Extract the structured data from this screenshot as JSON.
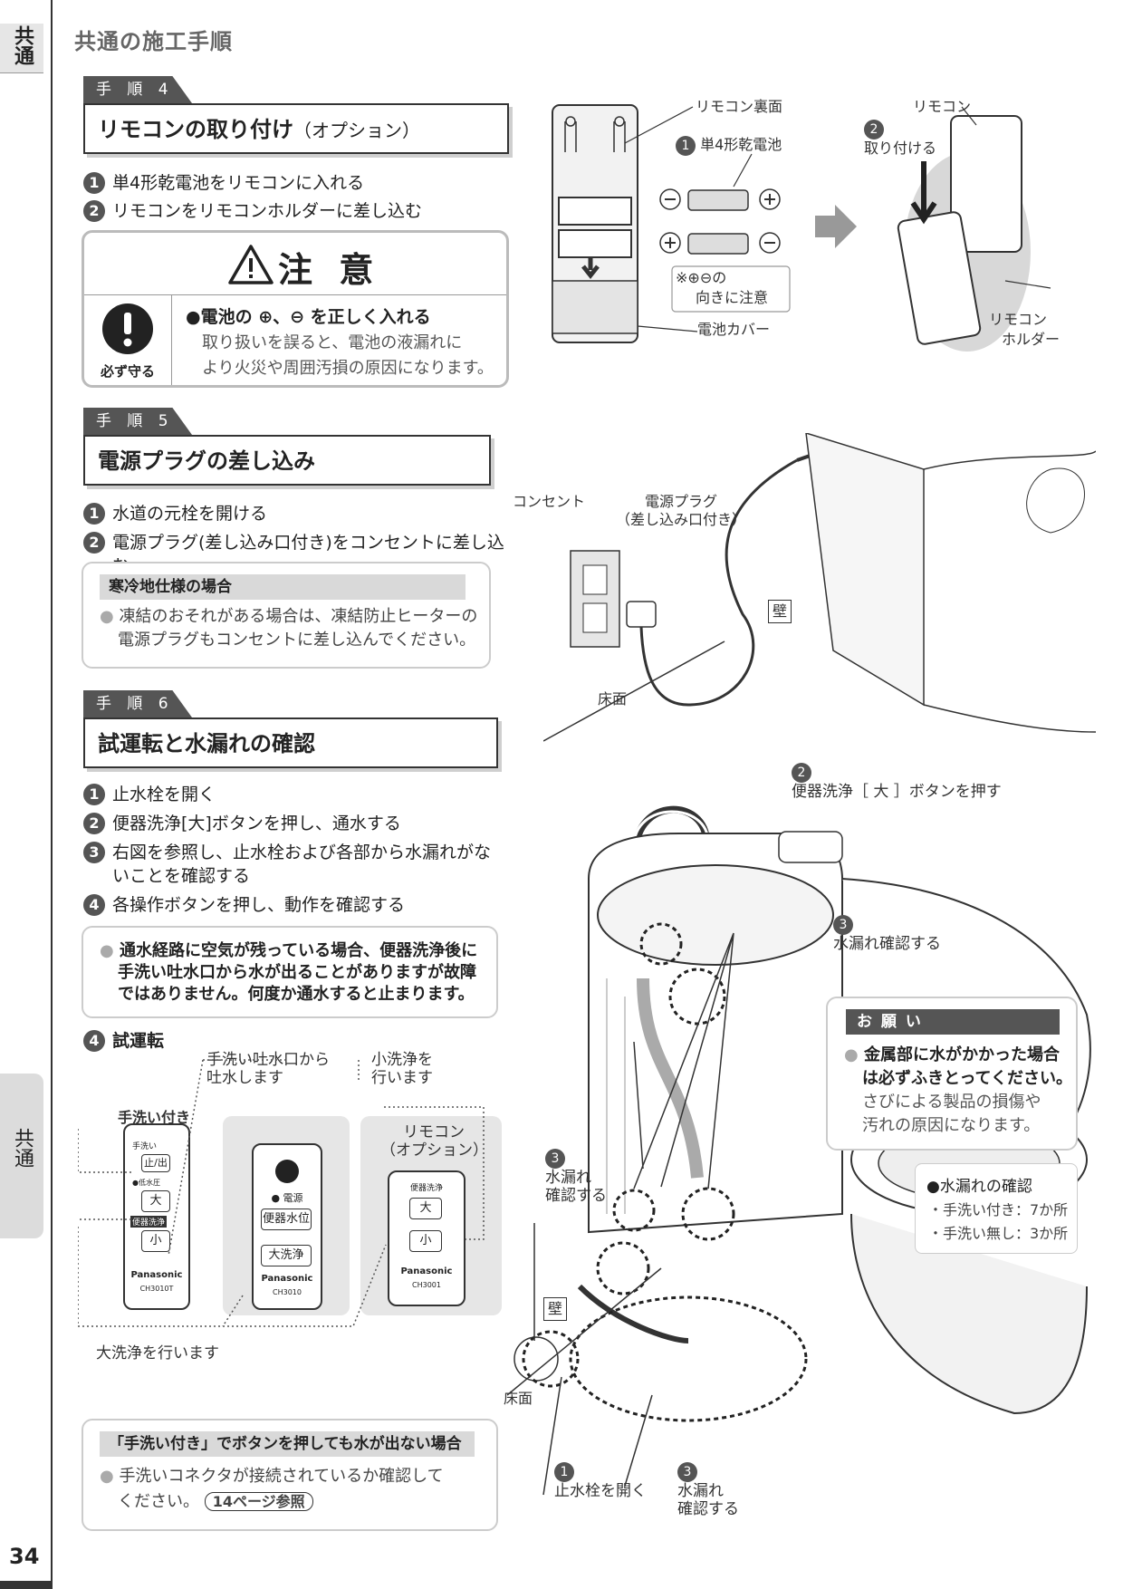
{
  "side_tab_top": "共通",
  "side_tab_mid": "共通",
  "header_title": "共通の施工手順",
  "page_number": "34",
  "step4": {
    "tab": "手 順 4",
    "title": "リモコンの取り付け",
    "title_note": "（オプション）",
    "items": [
      "単4形乾電池をリモコンに入れる",
      "リモコンをリモコンホルダーに差し込む"
    ],
    "caution": {
      "head": "注 意",
      "icon_label": "必ず守る",
      "point": "●電池の ⊕、⊖ を正しく入れる",
      "text1": "取り扱いを誤ると、電池の液漏れに",
      "text2": "より火災や周囲汚損の原因になります。"
    },
    "fig": {
      "back_label": "リモコン裏面",
      "battery_label": "単4形乾電池",
      "polarity_note1": "※⊕⊖の",
      "polarity_note2": "向きに注意",
      "cover_label": "電池カバー",
      "remote_label": "リモコン",
      "attach_label": "取り付ける",
      "holder_label1": "リモコン",
      "holder_label2": "ホルダー"
    }
  },
  "step5": {
    "tab": "手 順 5",
    "title": "電源プラグの差し込み",
    "items": [
      "水道の元栓を開ける",
      "電源プラグ(差し込み口付き)をコンセントに差し込む"
    ],
    "box_title": "寒冷地仕様の場合",
    "box_text1": "凍結のおそれがある場合は、凍結防止ヒーターの",
    "box_text2": "電源プラグもコンセントに差し込んでください。",
    "fig": {
      "outlet": "コンセント",
      "plug1": "電源プラグ",
      "plug2": "（差し込み口付き）",
      "wall": "壁",
      "floor": "床面"
    }
  },
  "step6": {
    "tab": "手 順 6",
    "title": "試運転と水漏れの確認",
    "items": [
      "止水栓を開く",
      "便器洗浄[大]ボタンを押し、通水する",
      "右図を参照し、止水栓および各部から水漏れがな",
      "いことを確認する",
      "各操作ボタンを押し、動作を確認する"
    ],
    "box_text1": "通水経路に空気が残っている場合、便器洗浄後に",
    "box_text2": "手洗い吐水口から水が出ることがありますが故障",
    "box_text3": "ではありません。何度か通水すると止まります。",
    "trial_title": "試運転",
    "trial_label1a": "手洗い吐水口から",
    "trial_label1b": "吐水します",
    "trial_label2a": "小洗浄を",
    "trial_label2b": "行います",
    "trial_label3": "大洗浄を行います",
    "remote_a_title": "手洗い付き",
    "remote_a": {
      "t1": "手洗い",
      "t2": "止/出",
      "t3": "●低水圧",
      "big": "大",
      "t4": "便器洗浄",
      "small": "小",
      "brand": "Panasonic",
      "model": "CH3010T"
    },
    "remote_b": {
      "power": "● 電源",
      "b1": "便器水位",
      "b2": "大洗浄",
      "brand": "Panasonic",
      "model": "CH3010"
    },
    "remote_c_title1": "リモコン",
    "remote_c_title2": "（オプション）",
    "remote_c": {
      "t1": "便器洗浄",
      "big": "大",
      "small": "小",
      "brand": "Panasonic",
      "model": "CH3001"
    },
    "box2_title": "「手洗い付き」でボタンを押しても水が出ない場合",
    "box2_text1": "手洗いコネクタが接続されているか確認して",
    "box2_text2": "ください。",
    "box2_ref": "14ページ参照",
    "fig": {
      "n2_label": "便器洗浄［ 大 ］ボタンを押す",
      "n3a_label": "水漏れ確認する",
      "n3b_label1": "水漏れ",
      "n3b_label2": "確認する",
      "wall": "壁",
      "floor": "床面",
      "n1_label": "止水栓を開く",
      "n3c_label1": "水漏れ",
      "n3c_label2": "確認する",
      "request_title": "お 願 い",
      "request_b1": "金属部に水がかかった場合",
      "request_b2": "は必ずふきとってください。",
      "request_t1": "さびによる製品の損傷や",
      "request_t2": "汚れの原因になります。",
      "leak_title": "●水漏れの確認",
      "leak_1": "・手洗い付き：7か所",
      "leak_2": "・手洗い無し：3か所"
    }
  }
}
